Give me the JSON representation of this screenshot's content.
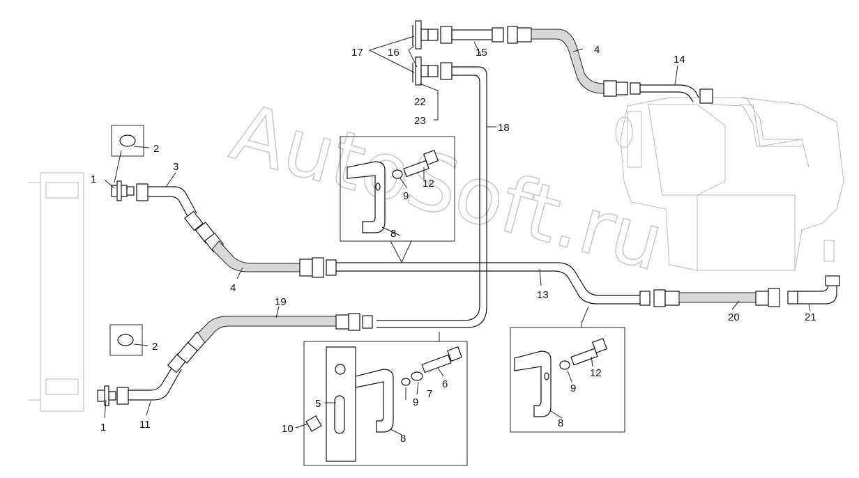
{
  "watermark": "AutoSoft.ru",
  "callouts": {
    "c1a": "1",
    "c1b": "1",
    "c2a": "2",
    "c2b": "2",
    "c3": "3",
    "c4a": "4",
    "c4b": "4",
    "c5": "5",
    "c6": "6",
    "c7": "7",
    "c8a": "8",
    "c8b": "8",
    "c8c": "8",
    "c9a": "9",
    "c9b": "9",
    "c9c": "9",
    "c10": "10",
    "c11": "11",
    "c12a": "12",
    "c12b": "12",
    "c13": "13",
    "c14": "14",
    "c15": "15",
    "c16": "16",
    "c17": "17",
    "c18": "18",
    "c19": "19",
    "c20": "20",
    "c21": "21",
    "c22": "22",
    "c23": "23"
  }
}
